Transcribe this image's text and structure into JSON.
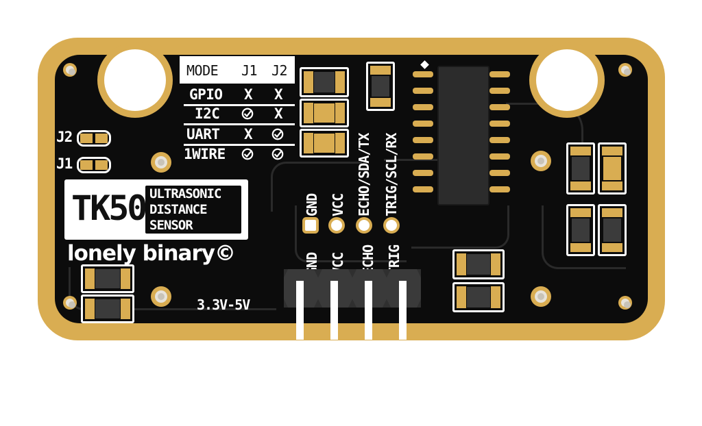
{
  "mode_table": {
    "headers": [
      "MODE",
      "J1",
      "J2"
    ],
    "rows": [
      {
        "mode": "GPIO",
        "j1": "X",
        "j2": "X"
      },
      {
        "mode": "I2C",
        "j1": "check-icon",
        "j2": "X"
      },
      {
        "mode": "UART",
        "j1": "X",
        "j2": "check-icon"
      },
      {
        "mode": "1WIRE",
        "j1": "check-icon",
        "j2": "check-icon"
      }
    ]
  },
  "jumpers": {
    "j2_label": "J2",
    "j1_label": "J1"
  },
  "product": {
    "model": "TK50",
    "line1": "ULTRASONIC",
    "line2": "DISTANCE",
    "line3": "SENSOR",
    "brand": "lonely binary©",
    "voltage": "3.3V-5V"
  },
  "pads_labels": [
    "GND",
    "VCC",
    "ECHO/SDA/TX",
    "TRIG/SCL/RX"
  ],
  "header_labels": [
    "GND",
    "VCC",
    "ECHO",
    "TRIG"
  ],
  "colors": {
    "board": "#0c0c0c",
    "gold": "#d9ad52",
    "silkscreen": "#ffffff"
  }
}
